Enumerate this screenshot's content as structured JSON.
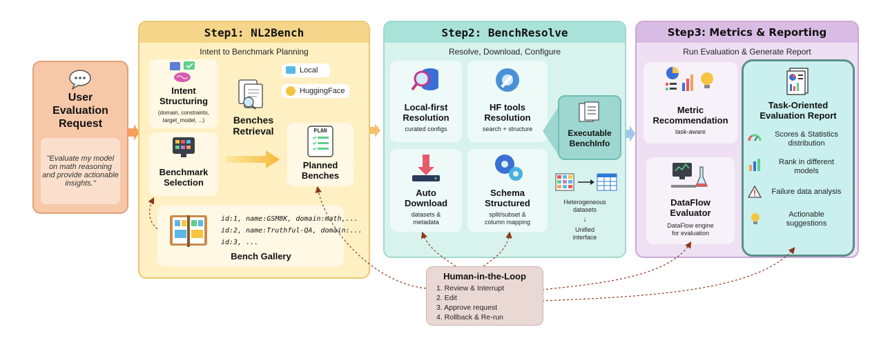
{
  "user": {
    "title": [
      "User",
      "Evaluation",
      "Request"
    ],
    "quote": "\"Evaluate my model on math reasoning and provide actionable insights.\""
  },
  "step1": {
    "title": "Step1: NL2Bench",
    "subtitle": "Intent to Benchmark Planning",
    "intent": {
      "title": [
        "Intent",
        "Structuring"
      ],
      "sub": [
        "(domain, constraints,",
        "target_model, ...)"
      ]
    },
    "selection": {
      "title": [
        "Benchmark",
        "Selection"
      ]
    },
    "retrieval": {
      "title": [
        "Benches",
        "Retrieval"
      ]
    },
    "planned": {
      "title": [
        "Planned",
        "Benches"
      ],
      "icon_text": "PLAN"
    },
    "sources": [
      "Local",
      "HuggingFace"
    ],
    "gallery": {
      "title": "Bench Gallery",
      "lines": [
        "id:1, name:GSM8K, domain:math,...",
        "id:2, name:Truthful-QA, domain:...",
        "id:3, ..."
      ]
    }
  },
  "step2": {
    "title": "Step2: BenchResolve",
    "subtitle": "Resolve, Download, Configure",
    "cards": [
      {
        "title": [
          "Local-first",
          "Resolution"
        ],
        "sub": [
          "curated configs"
        ]
      },
      {
        "title": [
          "HF tools",
          "Resolution"
        ],
        "sub": [
          "search + structure"
        ]
      },
      {
        "title": [
          "Auto",
          "Download"
        ],
        "sub": [
          "datasets &",
          "metadata"
        ]
      },
      {
        "title": [
          "Schema",
          "Structured"
        ],
        "sub": [
          "split/subset &",
          "column mapping"
        ]
      }
    ],
    "executable": [
      "Executable",
      "BenchInfo"
    ],
    "hetero": [
      "Heterogeneous",
      "datasets"
    ],
    "arrow_down": "↓",
    "unified": [
      "Unified",
      "interface"
    ]
  },
  "step3": {
    "title": "Step3: Metrics & Reporting",
    "subtitle": "Run Evaluation & Generate Report",
    "metric": {
      "title": [
        "Metric",
        "Recommendation"
      ],
      "sub": [
        "task-aware"
      ]
    },
    "evaluator": {
      "title": [
        "DataFlow",
        "Evaluator"
      ],
      "sub": [
        "DataFlow engine",
        "for evaluation"
      ]
    },
    "report": {
      "title": [
        "Task-Oriented",
        "Evaluation Report"
      ],
      "items": [
        [
          "Scores & Statistics",
          "distribution"
        ],
        [
          "Rank in different",
          "models"
        ],
        [
          "Failure data analysis"
        ],
        [
          "Actionable",
          "suggestions"
        ]
      ]
    }
  },
  "hitl": {
    "title": "Human-in-the-Loop",
    "items": [
      "1. Review & Interrupt",
      "2. Edit",
      "3. Approve request",
      "4. Rollback & Re-run"
    ]
  },
  "colors": {
    "step1_bg": "#fff0c4",
    "step2_bg": "#d8f3ee",
    "step3_bg": "#eee0f2",
    "user_bg": "#f7c8a8",
    "arrow_orange": "#f5a05a",
    "arrow_teal": "#9fd8e8",
    "dashed": "#8b3a1a"
  }
}
